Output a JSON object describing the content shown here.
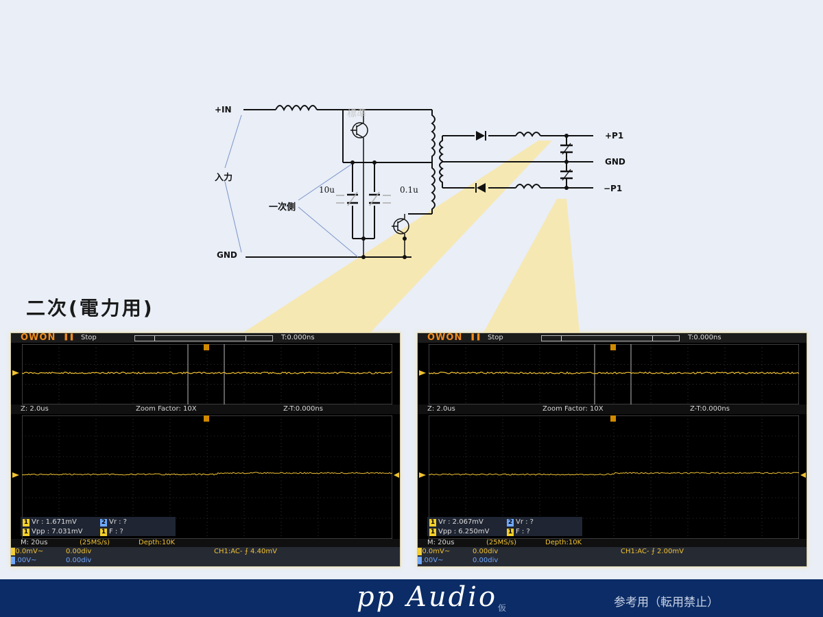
{
  "circuit": {
    "input_plus": "+IN",
    "input_gnd": "GND",
    "input_label": "入力",
    "primary_label": "一次側",
    "cap1": "10u",
    "cap2": "0.1u",
    "watermark": "標準",
    "out_plus": "+P1",
    "out_gnd": "GND",
    "out_minus": "−P1"
  },
  "section_title": "二次(電力用)",
  "scopes": [
    {
      "brand": "OWON",
      "state": "Stop",
      "trigger_pos": "T:0.000ns",
      "zoom_time": "Z: 2.0us",
      "zoom_factor": "Zoom Factor: 10X",
      "zoom_t": "Z-T:0.000ns",
      "meas_ch1_vr": "Vr : 1.671mV",
      "meas_ch2_vr": "Vr :    ?",
      "meas_ch1_vpp": "Vpp : 7.031mV",
      "meas_ch1_f": "F :    ?",
      "timebase": "M: 20us",
      "sample_rate": "(25MS/s)",
      "depth": "Depth:10K",
      "ch1_scale": "20.0mV~",
      "ch1_offset": "0.00div",
      "ch2_scale": "2.00V~",
      "ch2_offset": "0.00div",
      "trigger": "CH1:AC- ⨍ 4.40mV"
    },
    {
      "brand": "OWON",
      "state": "Stop",
      "trigger_pos": "T:0.000ns",
      "zoom_time": "Z: 2.0us",
      "zoom_factor": "Zoom Factor: 10X",
      "zoom_t": "Z-T:0.000ns",
      "meas_ch1_vr": "Vr : 2.067mV",
      "meas_ch2_vr": "Vr :    ?",
      "meas_ch1_vpp": "Vpp : 6.250mV",
      "meas_ch1_f": "F :    ?",
      "timebase": "M: 20us",
      "sample_rate": "(25MS/s)",
      "depth": "Depth:10K",
      "ch1_scale": "20.0mV~",
      "ch1_offset": "0.00div",
      "ch2_scale": "2.00V~",
      "ch2_offset": "0.00div",
      "trigger": "CH1:AC- ⨍ 2.00mV"
    }
  ],
  "footer": {
    "brand": "pp Audio",
    "draft_mark": "仮",
    "notice": "参考用（転用禁止）",
    "bg_color": "#0b2c66"
  },
  "colors": {
    "trace": "#f1c232",
    "logo": "#f08a1c",
    "highlight": "#f8e6a6"
  }
}
